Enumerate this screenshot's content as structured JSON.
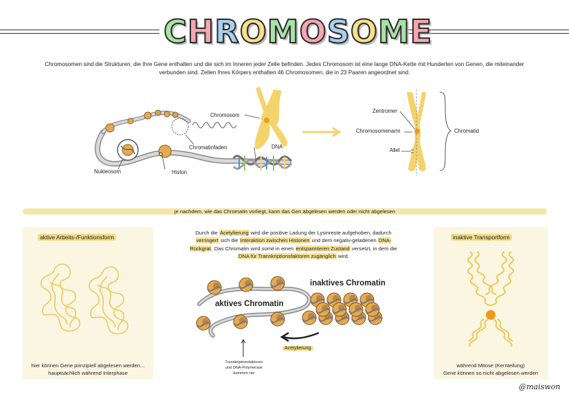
{
  "title": "CHROMOSOME",
  "title_letters": [
    {
      "char": "C",
      "color": "#a9e2a6"
    },
    {
      "char": "H",
      "color": "#f6a6b0"
    },
    {
      "char": "R",
      "color": "#a8d0ef"
    },
    {
      "char": "O",
      "color": "#f7e08a"
    },
    {
      "char": "M",
      "color": "#a9e2a6"
    },
    {
      "char": "O",
      "color": "#f6a6b0"
    },
    {
      "char": "S",
      "color": "#a8d0ef"
    },
    {
      "char": "O",
      "color": "#f7e08a"
    },
    {
      "char": "M",
      "color": "#a9e2a6"
    },
    {
      "char": "E",
      "color": "#f6a6b0"
    }
  ],
  "intro": "Chromosomen sind die Strukturen, die Ihre Gene enthalten und die sich im Inneren jeder Zelle befinden. Jedes Chromosom ist eine lange DNA-Kette mit Hunderten von Genen, die miteinander verbunden sind. Zellen Ihres Körpers enthalten 46 Chromosomen, die in 23 Paaren angeordnet sind.",
  "top_labels": {
    "chromosom": "Chromosom",
    "chromatinfaden": "Chromatinfaden",
    "dna": "DNA",
    "nukleosom": "Nukleosom",
    "histon": "Histon",
    "zentromer": "Zentromer",
    "chromosomenarm": "Chromosomenarm",
    "allel": "Allel",
    "chromatid": "Chromatid"
  },
  "banner": "je nachdem, wie das Chromatin vorliegt, kann das Gen abgelesen werden oder nicht abgelesen",
  "left_panel": {
    "title": "aktive Arbeits-/Funktionsform",
    "caption_line1": "hier können Gene prinzipiell abgelesen werden...",
    "caption_line2": "hauptsächlich während Interphase"
  },
  "right_panel": {
    "title": "inaktive Transportform",
    "caption_line1": "während Mitose (Kernteilung)",
    "caption_line2": "Gene können so nicht abgelesen werden"
  },
  "middle": {
    "p1": "Durch die ",
    "h1": "Acetylierung",
    "p2": " wird die positive Ladung der Lysinreste aufgehoben, dadurch ",
    "h2": "verringert",
    "p3": " sich die ",
    "h3": "Interaktion zwischen Histonen",
    "p4": " und dem negativ-geladenen ",
    "h4": "DNA-Rückgrat",
    "p5": ". Das Chromatin wird somit in einen ",
    "h5": "entspannteren Zustand",
    "p6": " versetzt, in dem die ",
    "h6": "DNA für Transkriptionsfaktoren zugänglich",
    "p7": " wird.",
    "inactive_label": "inaktives Chromatin",
    "active_label": "aktives Chromatin",
    "acetylierung_label": "Acetylierung",
    "tf_line1": "Transkriptionsfaktoren",
    "tf_line2": "und DNA-Polymerase",
    "tf_line3": "kommen ran"
  },
  "signature": "@maiswon",
  "colors": {
    "chromosome_yellow": "#f3d36b",
    "centromere": "#ef9a1c",
    "histone_orange": "#e7a94f",
    "histone_brown": "#b9874d",
    "highlight": "#f7e29b",
    "panel_bg": "#fbf6e2",
    "banner_bg": "#f6e6a8",
    "dna_blue": "#5b8fc9",
    "dna_green": "#8dc66b"
  },
  "icons": [
    "arrow-right-icon",
    "curved-arrow-icon",
    "up-arrow-icon"
  ]
}
